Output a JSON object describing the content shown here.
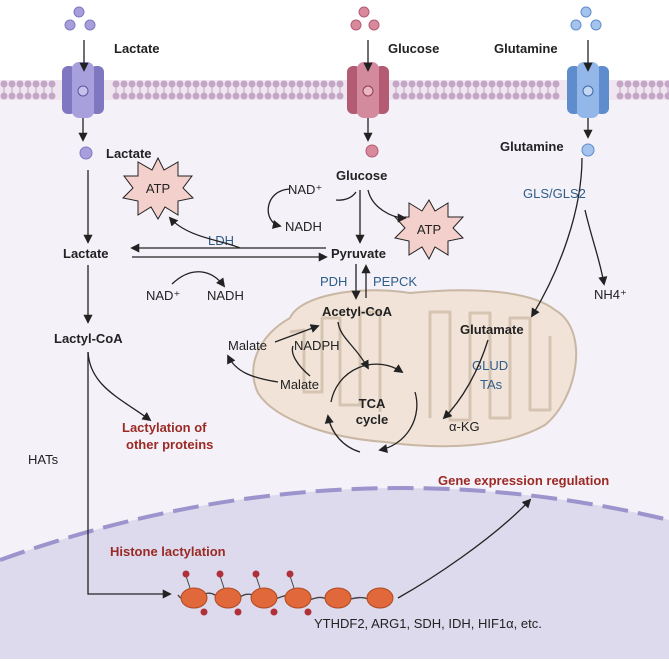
{
  "transporters": {
    "lactate": {
      "label": "Lactate",
      "color": "#8a82c8"
    },
    "glucose": {
      "label": "Glucose",
      "color": "#c26a82"
    },
    "glutamine": {
      "label": "Glutamine",
      "color": "#6f9ad8"
    }
  },
  "metabolites": {
    "lactate_in": "Lactate",
    "glucose_in": "Glucose",
    "glutamine_in": "Glutamine",
    "lactate": "Lactate",
    "pyruvate": "Pyruvate",
    "acetyl_coa": "Acetyl-CoA",
    "lactyl_coa": "Lactyl-CoA",
    "glutamate": "Glutamate",
    "malate_cyto": "Malate",
    "malate_mito": "Malate",
    "akg": "α-KG",
    "nh4": "NH4⁺"
  },
  "cofactors": {
    "nad_top": "NAD⁺",
    "nadh_top": "NADH",
    "nad_bottom": "NAD⁺",
    "nadh_bottom": "NADH",
    "nadph": "NADPH",
    "atp_left": "ATP",
    "atp_right": "ATP"
  },
  "enzymes": {
    "ldh": "LDH",
    "pdh": "PDH",
    "pepck": "PEPCK",
    "gls": "GLS/GLS2",
    "glud": "GLUD",
    "tas": "TAs",
    "hats": "HATs"
  },
  "tca": {
    "line1": "TCA",
    "line2": "cycle"
  },
  "outcomes": {
    "other_proteins_line1": "Lactylation of",
    "other_proteins_line2": "other proteins",
    "gene_expression": "Gene expression regulation",
    "histone": "Histone lactylation",
    "targets": "YTHDF2, ARG1, SDH, IDH, HIF1α, etc."
  },
  "colors": {
    "membrane": "#c4a6c6",
    "cytoplasm": "#f4f1f8",
    "nucleus": "#dcdaec",
    "mitochondrion": "#f1e3d8",
    "atp_burst": "#f4d0cc",
    "nucleosome": "#e0683a",
    "lactyl_mark": "#b0303a"
  }
}
